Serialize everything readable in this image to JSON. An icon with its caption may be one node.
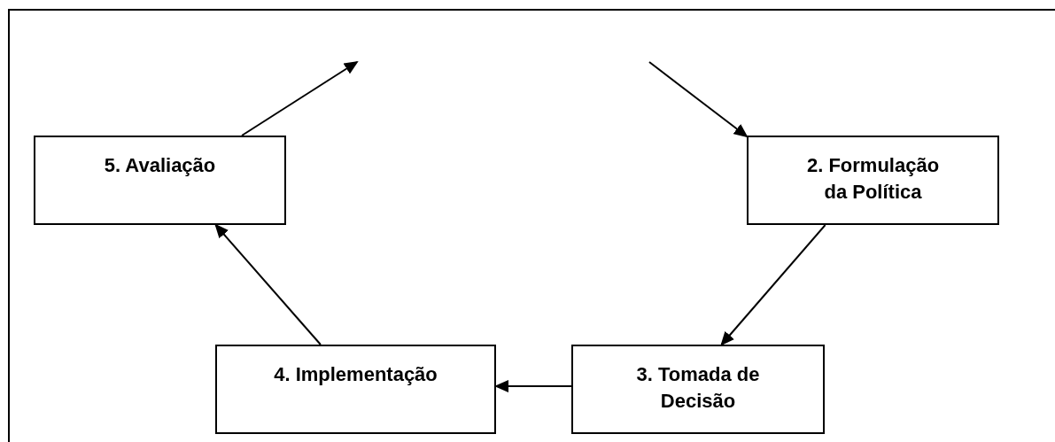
{
  "diagram": {
    "nodes": [
      {
        "text": [
          "5. Avaliação"
        ]
      },
      {
        "text": [
          "2. Formulação da Política"
        ]
      },
      {
        "text": [
          "4. Implementação"
        ]
      },
      {
        "text": [
          "3. Tomada de Decisão"
        ]
      }
    ],
    "edges": [
      {
        "from": 0,
        "to": null,
        "arrow": "to"
      },
      {
        "from": null,
        "to": 1,
        "arrow": "to"
      },
      {
        "from": 1,
        "to": 3,
        "arrow": "to"
      },
      {
        "from": 3,
        "to": 2,
        "arrow": "to"
      },
      {
        "from": 2,
        "to": 0,
        "arrow": "to"
      }
    ]
  }
}
